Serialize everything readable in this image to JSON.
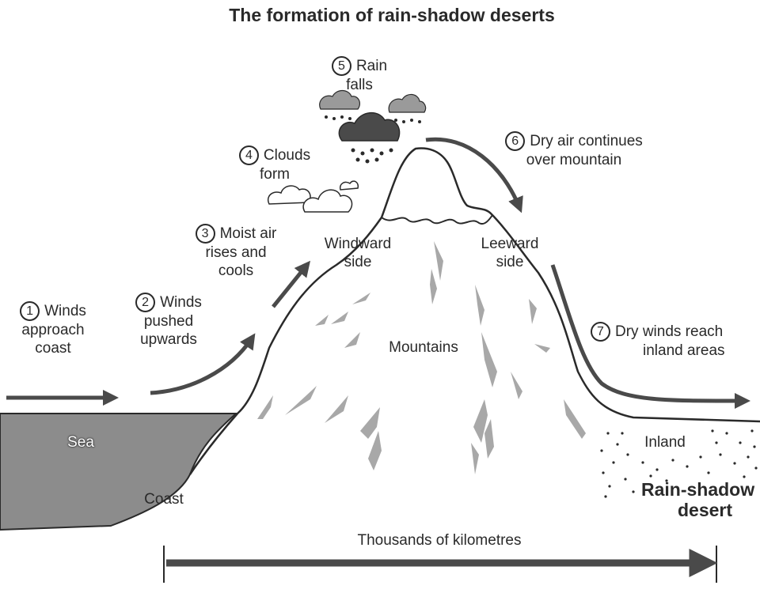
{
  "title": "The formation of rain-shadow deserts",
  "steps": [
    {
      "num": "1",
      "line1": "Winds",
      "line2": "approach",
      "line3": "coast"
    },
    {
      "num": "2",
      "line1": "Winds",
      "line2": "pushed",
      "line3": "upwards"
    },
    {
      "num": "3",
      "line1": "Moist air",
      "line2": "rises and",
      "line3": "cools"
    },
    {
      "num": "4",
      "line1": "Clouds",
      "line2": "form"
    },
    {
      "num": "5",
      "line1": "Rain",
      "line2": "falls"
    },
    {
      "num": "6",
      "line1": "Dry air continues",
      "line2": "over mountain"
    },
    {
      "num": "7",
      "line1": "Dry winds reach",
      "line2": "inland areas"
    }
  ],
  "labels": {
    "windward_1": "Windward",
    "windward_2": "side",
    "leeward_1": "Leeward",
    "leeward_2": "side",
    "mountains": "Mountains",
    "sea": "Sea",
    "coast": "Coast",
    "inland": "Inland",
    "desert_1": "Rain-shadow",
    "desert_2": "desert",
    "distance": "Thousands of kilometres"
  },
  "colors": {
    "ink": "#2a2a2a",
    "arrow": "#4a4a4a",
    "sea": "#8c8c8c",
    "rock": "#a8a8a8"
  }
}
